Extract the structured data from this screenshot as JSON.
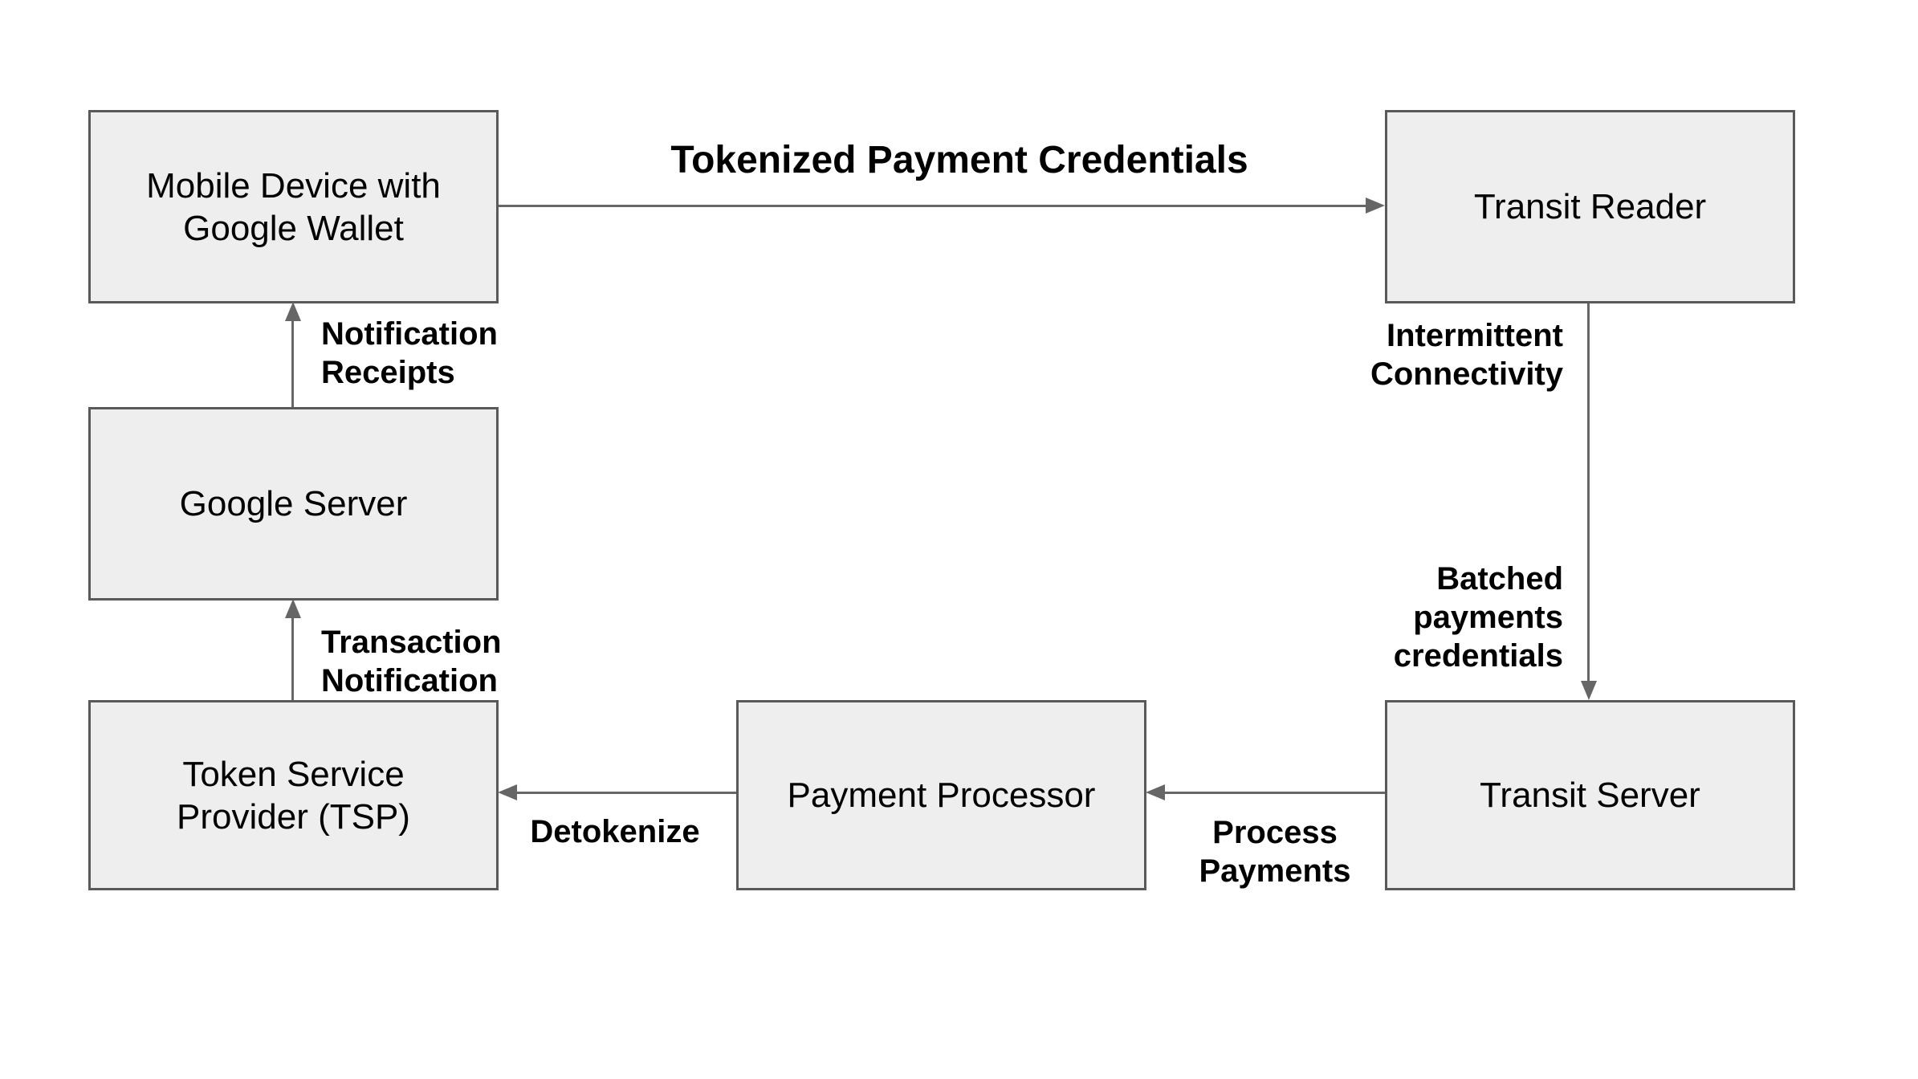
{
  "colors": {
    "box_fill": "#eeeeee",
    "box_border": "#595959",
    "arrow": "#666666",
    "text": "#000000"
  },
  "diagram": {
    "nodes": {
      "mobile_device": {
        "label": "Mobile Device with\nGoogle Wallet"
      },
      "transit_reader": {
        "label": "Transit Reader"
      },
      "google_server": {
        "label": "Google Server"
      },
      "tsp": {
        "label": "Token Service\nProvider (TSP)"
      },
      "payment_processor": {
        "label": "Payment Processor"
      },
      "transit_server": {
        "label": "Transit Server"
      }
    },
    "edge_labels": {
      "tokenized": "Tokenized Payment Credentials",
      "intermittent": "Intermittent\nConnectivity",
      "batched": "Batched\npayments\ncredentials",
      "process": "Process\nPayments",
      "detokenize": "Detokenize",
      "transaction": "Transaction\nNotification",
      "receipts": "Notification\nReceipts"
    },
    "connections": [
      {
        "from": "Mobile Device with Google Wallet",
        "to": "Transit Reader",
        "label": "Tokenized Payment Credentials"
      },
      {
        "from": "Transit Reader",
        "to": "Transit Server",
        "labels": [
          "Intermittent Connectivity",
          "Batched payments credentials"
        ]
      },
      {
        "from": "Transit Server",
        "to": "Payment Processor",
        "label": "Process Payments"
      },
      {
        "from": "Payment Processor",
        "to": "Token Service Provider (TSP)",
        "label": "Detokenize"
      },
      {
        "from": "Token Service Provider (TSP)",
        "to": "Google Server",
        "label": "Transaction Notification"
      },
      {
        "from": "Google Server",
        "to": "Mobile Device with Google Wallet",
        "label": "Notification Receipts"
      }
    ]
  }
}
